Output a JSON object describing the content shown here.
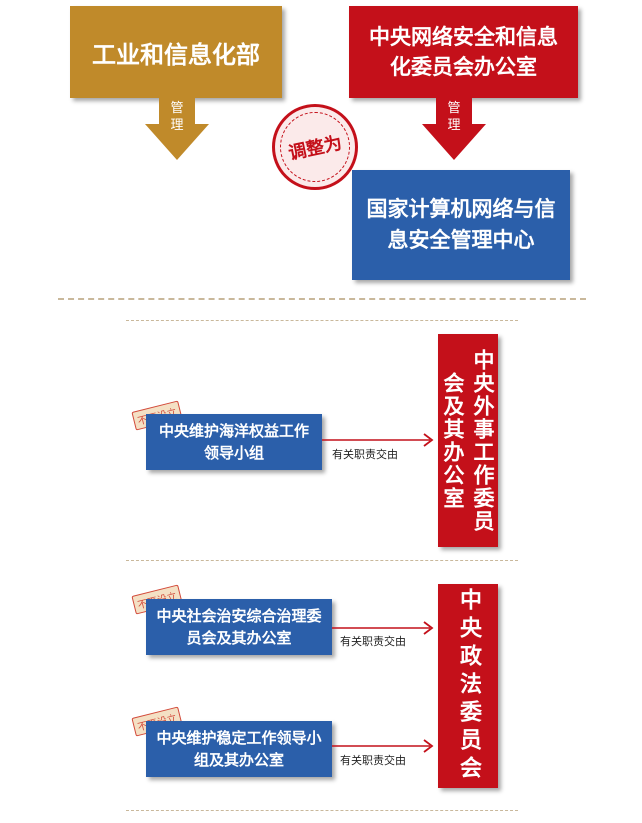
{
  "top": {
    "miit": "工业和信息化部",
    "cac": "中央网络安全和信息化委员会办公室",
    "manage_left": "管理",
    "manage_right": "管理",
    "stamp": "调整为",
    "center": "国家计算机网络与信息安全管理中心"
  },
  "section2": {
    "badge": "不再设立",
    "group": "中央维护海洋权益工作领导小组",
    "arrow_label": "有关职责交由",
    "target": "中央外事工作委员会及其办公室"
  },
  "section3": {
    "badge1": "不再设立",
    "group1": "中央社会治安综合治理委员会及其办公室",
    "arrow_label1": "有关职责交由",
    "badge2": "不再设立",
    "group2": "中央维护稳定工作领导小组及其办公室",
    "arrow_label2": "有关职责交由",
    "target": "中央政法委员会"
  },
  "colors": {
    "gold": "#c08a2a",
    "red": "#c4101a",
    "blue": "#2b5faa",
    "stamp": "#d24a3a"
  }
}
